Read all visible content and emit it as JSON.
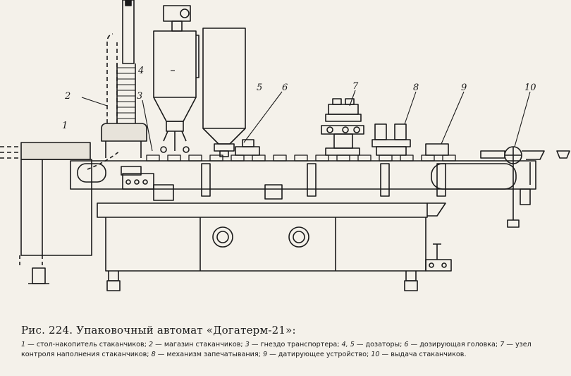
{
  "figure": {
    "title": "Рис. 224. Упаковочный автомат «Догатерм-21»:",
    "legend": [
      {
        "num": "1",
        "text": "стол-накопитель стаканчиков;"
      },
      {
        "num": "2",
        "text": "магазин стаканчиков;"
      },
      {
        "num": "3",
        "text": "гнездо транспортера;"
      },
      {
        "num": "4, 5",
        "text": "дозаторы;"
      },
      {
        "num": "6",
        "text": "дозирующая головка;"
      },
      {
        "num": "7",
        "text": "узел контроля наполнения стаканчиков;"
      },
      {
        "num": "8",
        "text": "механизм запечатывания;"
      },
      {
        "num": "9",
        "text": "датирующее устройство;"
      },
      {
        "num": "10",
        "text": "выдача стаканчиков."
      }
    ]
  },
  "callouts": [
    "1",
    "2",
    "3",
    "4",
    "5",
    "6",
    "7",
    "8",
    "9",
    "10"
  ],
  "colors": {
    "ink": "#1a1a1a",
    "paper": "#f4f1ea"
  }
}
